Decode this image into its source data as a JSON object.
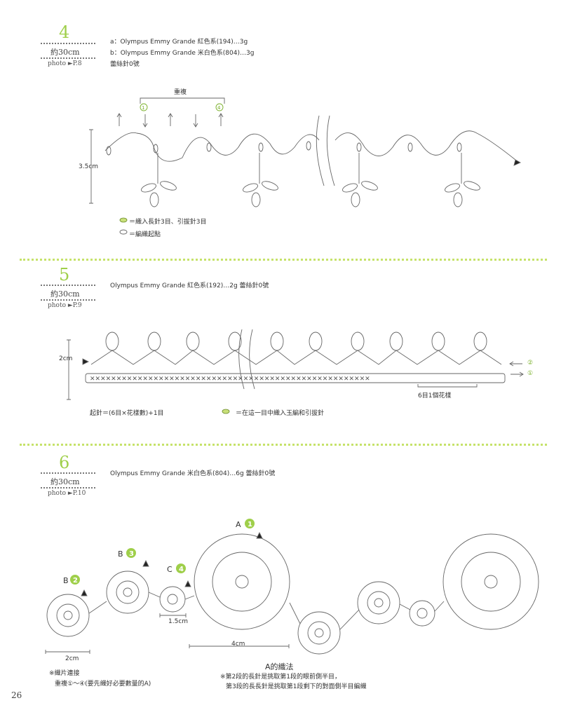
{
  "page_number": "26",
  "sections": [
    {
      "number": "4",
      "length": "約30cm",
      "photo": "photo ►P.8",
      "info": [
        "a：Olympus Emmy Grande 紅色系(194)…3g",
        "b：Olympus Emmy Grande 米白色系(804)…3g",
        "蕾絲針0號"
      ],
      "repeat_label": "重複",
      "repeat_start": "①",
      "repeat_end": "④",
      "height_label": "3.5cm",
      "legend": [
        "＝織入長針3目、引拔針3目",
        "＝編織起點"
      ]
    },
    {
      "number": "5",
      "length": "約30cm",
      "photo": "photo ►P.9",
      "info": [
        "Olympus Emmy Grande 紅色系(192)…2g 蕾絲針0號"
      ],
      "height_label": "2cm",
      "row_labels": [
        "②",
        "①"
      ],
      "pattern_label": "6目1個花樣",
      "formula": "起針＝(6目×花樣數)+1目",
      "legend": "＝在這一目中織入玉編和引拔針"
    },
    {
      "number": "6",
      "length": "約30cm",
      "photo": "photo ►P.10",
      "info": [
        "Olympus Emmy Grande 米白色系(804)…6g 蕾絲針0號"
      ],
      "motif_labels": [
        {
          "letter": "B",
          "num": "2"
        },
        {
          "letter": "B",
          "num": "3"
        },
        {
          "letter": "C",
          "num": "4"
        },
        {
          "letter": "A",
          "num": "1"
        }
      ],
      "dim_small": "2cm",
      "dim_gap": "1.5cm",
      "dim_large": "4cm",
      "join_note": "※織片連接",
      "join_detail": "重複①～④(要先織好必要數量的A)",
      "method_title": "A的織法",
      "method_notes": [
        "※第2段的長針是挑取第1段的眼前側半目，",
        "第3段的長長針是挑取第1段剩下的對面側半目編織"
      ]
    }
  ]
}
